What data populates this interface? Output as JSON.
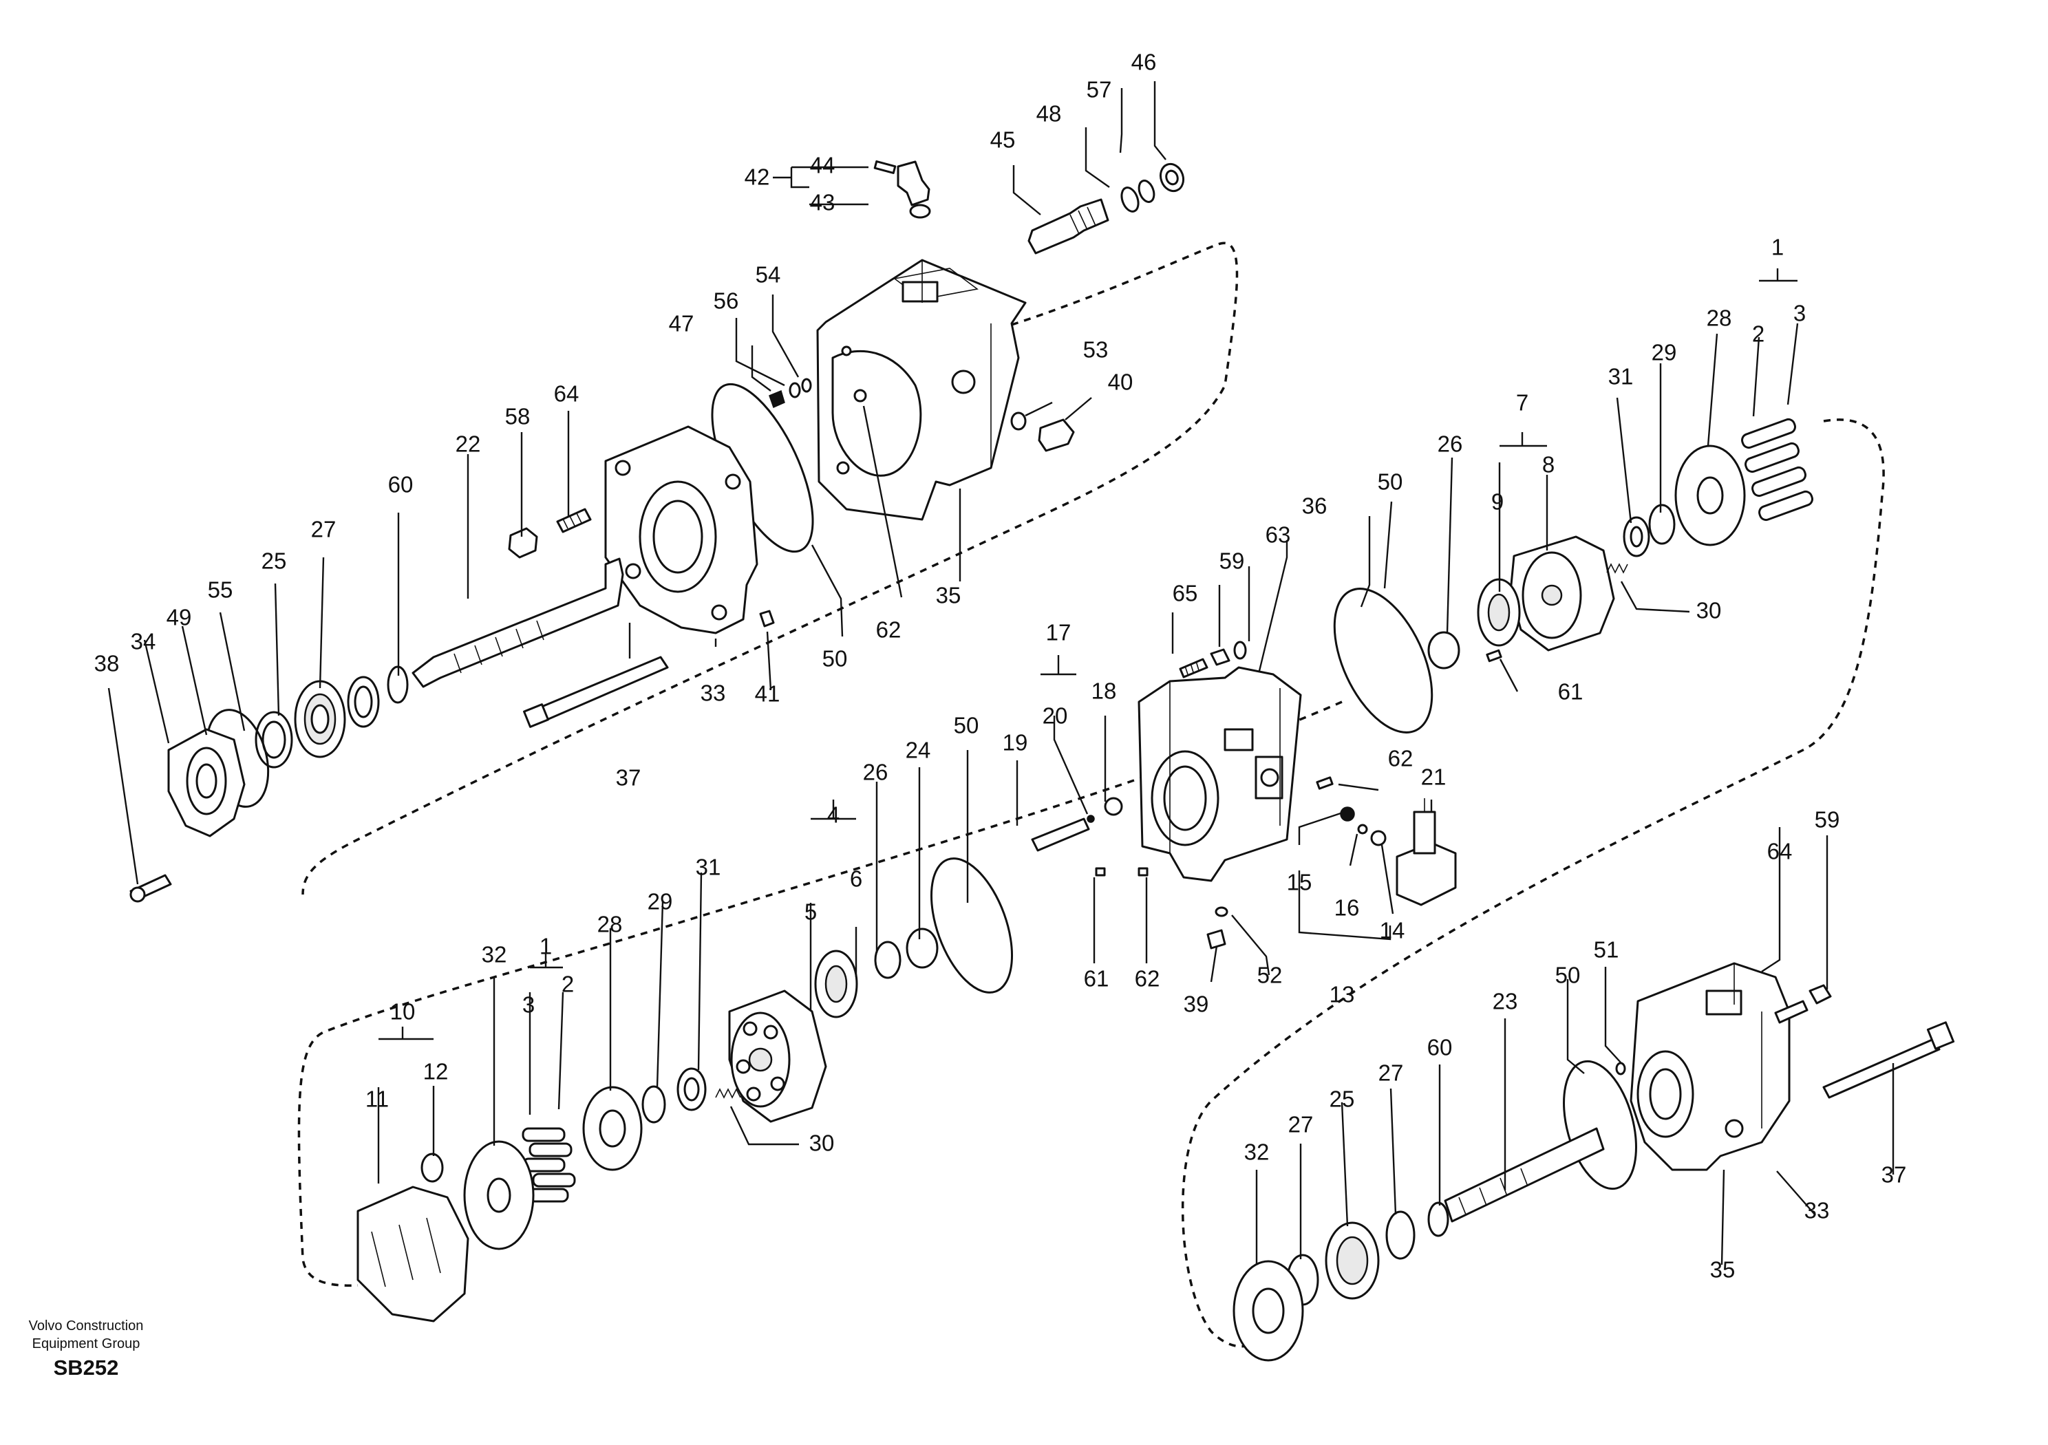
{
  "caption": {
    "brand_line1": "Volvo Construction",
    "brand_line2": "Equipment Group",
    "drawing_code": "SB252"
  },
  "callouts": {
    "n1": "1",
    "n2": "2",
    "n3": "3",
    "n4": "4",
    "n5": "5",
    "n6": "6",
    "n7": "7",
    "n8": "8",
    "n9": "9",
    "n10": "10",
    "n11": "11",
    "n12": "12",
    "n13": "13",
    "n14": "14",
    "n15": "15",
    "n16": "16",
    "n17": "17",
    "n18": "18",
    "n19": "19",
    "n20": "20",
    "n21": "21",
    "n22": "22",
    "n23": "23",
    "n24": "24",
    "n25": "25",
    "n26": "26",
    "n27": "27",
    "n28": "28",
    "n29": "29",
    "n30": "30",
    "n31": "31",
    "n32": "32",
    "n33": "33",
    "n34": "34",
    "n35": "35",
    "n36": "36",
    "n37": "37",
    "n38": "38",
    "n39": "39",
    "n40": "40",
    "n41": "41",
    "n42": "42",
    "n43": "43",
    "n44": "44",
    "n45": "45",
    "n46": "46",
    "n47": "47",
    "n48": "48",
    "n49": "49",
    "n50": "50",
    "n51": "51",
    "n52": "52",
    "n53": "53",
    "n54": "54",
    "n55": "55",
    "n56": "56",
    "n57": "57",
    "n58": "58",
    "n59": "59",
    "n60": "60",
    "n61": "61",
    "n62": "62",
    "n63": "63",
    "n64": "64",
    "n65": "65"
  }
}
